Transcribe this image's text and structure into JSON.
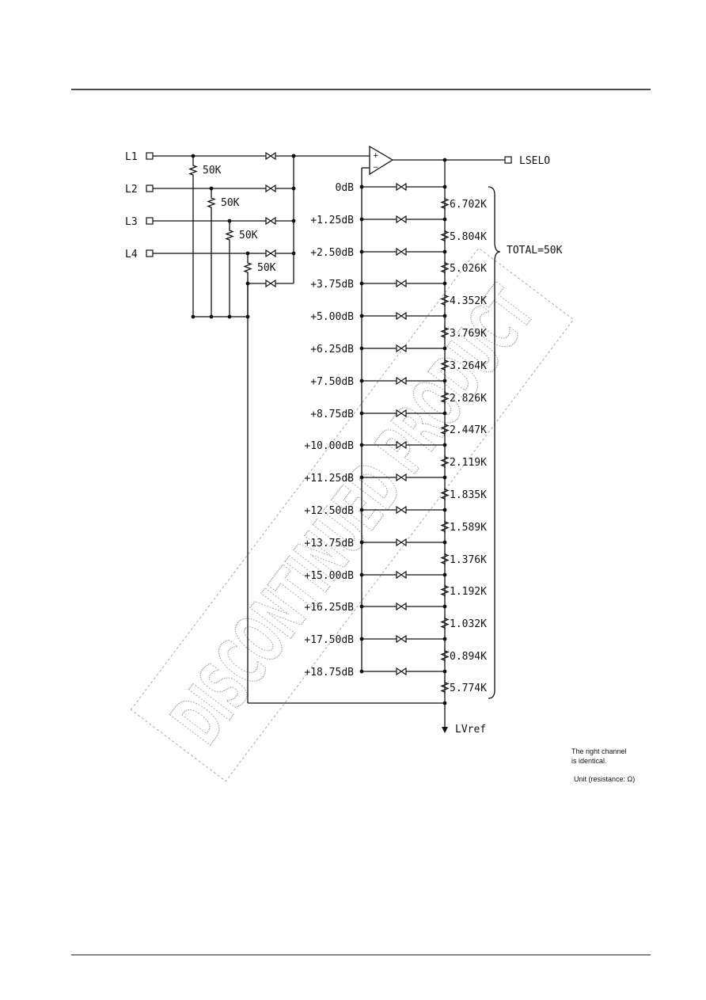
{
  "inputs": [
    "L1",
    "L2",
    "L3",
    "L4"
  ],
  "input_resistors": [
    "50K",
    "50K",
    "50K",
    "50K"
  ],
  "output_label": "LSELO",
  "ground_label": "LVref",
  "total_label": "TOTAL=50K",
  "taps": [
    "0dB",
    "+1.25dB",
    "+2.50dB",
    "+3.75dB",
    "+5.00dB",
    "+6.25dB",
    "+7.50dB",
    "+8.75dB",
    "+10.00dB",
    "+11.25dB",
    "+12.50dB",
    "+13.75dB",
    "+15.00dB",
    "+16.25dB",
    "+17.50dB",
    "+18.75dB"
  ],
  "ladder_resistors": [
    "6.702K",
    "5.804K",
    "5.026K",
    "4.352K",
    "3.769K",
    "3.264K",
    "2.826K",
    "2.447K",
    "2.119K",
    "1.835K",
    "1.589K",
    "1.376K",
    "1.192K",
    "1.032K",
    "0.894K",
    "5.774K"
  ],
  "notes": {
    "right_channel_line1": "The right channel",
    "right_channel_line2": "is identical.",
    "unit": "Unit (resistance: Ω)"
  },
  "watermark": "DISCONTINUED PRODUCT"
}
